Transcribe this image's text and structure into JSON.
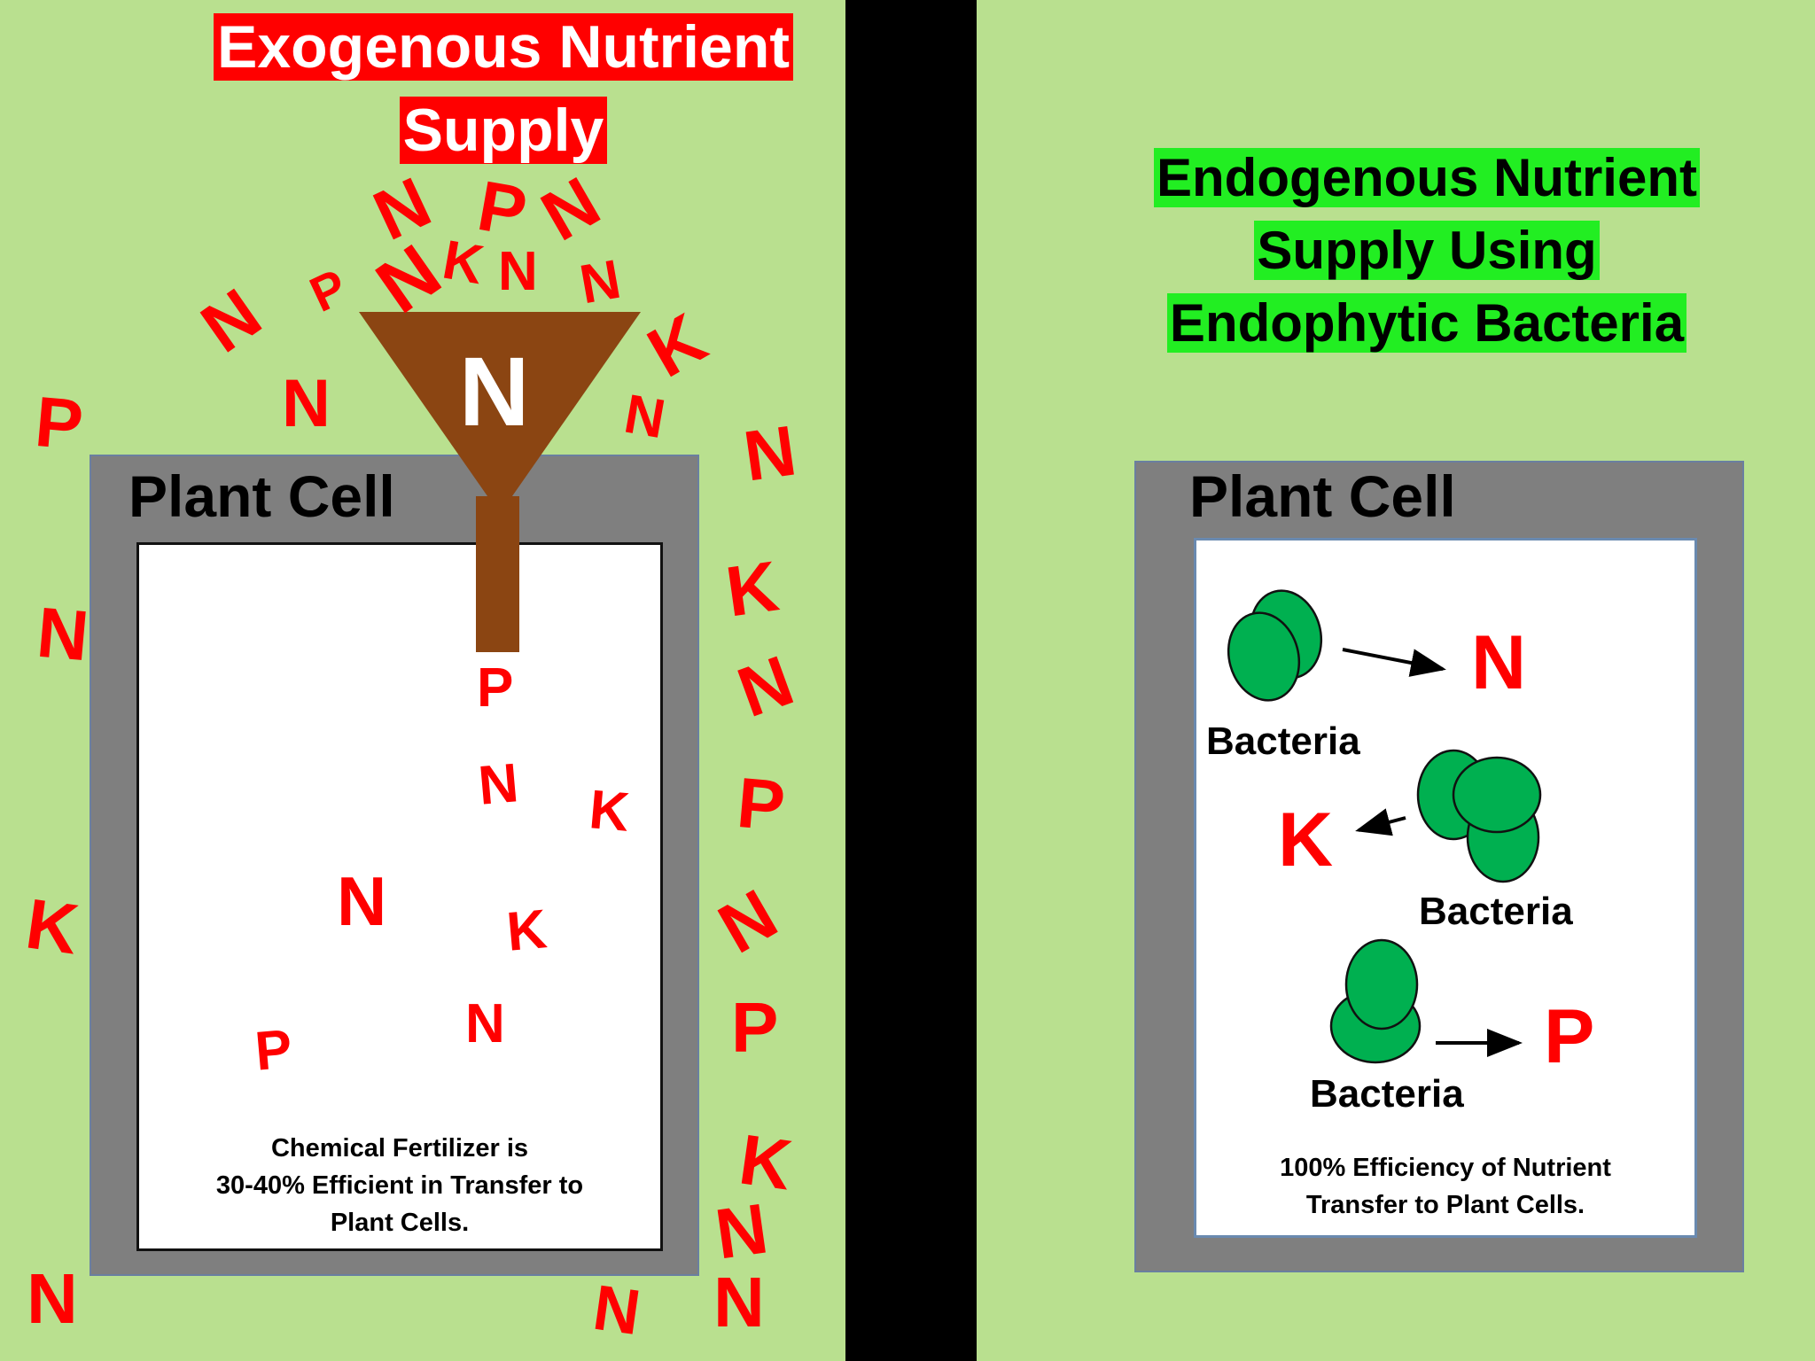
{
  "left": {
    "title_line1": "Exogenous Nutrient",
    "title_line2": "Supply",
    "cell_title": "Plant Cell",
    "funnel_label": "N",
    "caption_line1": "Chemical Fertilizer is",
    "caption_line2": "30-40% Efficient in Transfer to",
    "caption_line3": "Plant Cells."
  },
  "right": {
    "title_line1": "Endogenous Nutrient",
    "title_line2": "Supply Using",
    "title_line3": "Endophytic Bacteria",
    "cell_title": "Plant Cell",
    "bacteria_1_label": "Bacteria",
    "bacteria_1_product": "N",
    "bacteria_2_label": "Bacteria",
    "bacteria_2_product": "K",
    "bacteria_3_label": "Bacteria",
    "bacteria_3_product": "P",
    "caption_line1": "100% Efficiency of Nutrient",
    "caption_line2": "Transfer to Plant Cells."
  },
  "letters": [
    "N",
    "P",
    "N",
    "N",
    "K",
    "N",
    "N",
    "P",
    "K",
    "N",
    "N",
    "P",
    "N",
    "N",
    "P",
    "N",
    "K",
    "N",
    "N",
    "K",
    "P",
    "N",
    "K",
    "N",
    "K",
    "P",
    "N",
    "P",
    "K",
    "N",
    "N",
    "N",
    "N"
  ],
  "colors": {
    "background": "#b9e08f",
    "nutrient_red": "#ff0000",
    "bacteria_green": "#00b050",
    "funnel_brown": "#8b4512",
    "cell_gray": "#7f7f7f",
    "divider": "#000000"
  }
}
